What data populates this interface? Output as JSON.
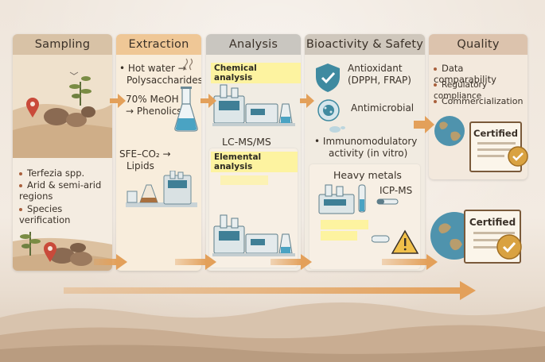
{
  "panels": {
    "sampling": {
      "title": "Sampling",
      "bullets": [
        "Terfezia spp.",
        "Arid & semi-arid regions",
        "Species verification"
      ]
    },
    "extraction": {
      "title": "Extraction",
      "items": [
        {
          "line1": "Hot water →",
          "line2": "Polysaccharides"
        },
        {
          "line1": "70% MeOH",
          "line2": "→ Phenolics"
        },
        {
          "line1": "SFE–CO₂ →",
          "line2": "Lipids"
        }
      ]
    },
    "analysis": {
      "title": "Analysis",
      "chemical_label": "Chemical analysis",
      "lcms_label": "LC-MS/MS",
      "elemental_label": "Elemental analysis"
    },
    "bioactivity": {
      "title": "Bioactivity & Safety",
      "antioxidant_line1": "Antioxidant",
      "antioxidant_line2": "(DPPH, FRAP)",
      "antimicrobial": "Antimicrobial",
      "immuno_line1": "Immunomodulatory",
      "immuno_line2": "activity (in vitro)",
      "heavy_metals": "Heavy metals",
      "icpms": "ICP-MS"
    },
    "quality": {
      "title": "Quality",
      "bullets": [
        "Data comparability",
        "Regulatory compliance",
        "Commercialization"
      ],
      "certified_top": "Certified",
      "certified_bottom": "Certified"
    }
  },
  "colors": {
    "arrow": "#e3a05a",
    "accent_teal": "#3f8aa0",
    "pin_red": "#c94a3a"
  }
}
